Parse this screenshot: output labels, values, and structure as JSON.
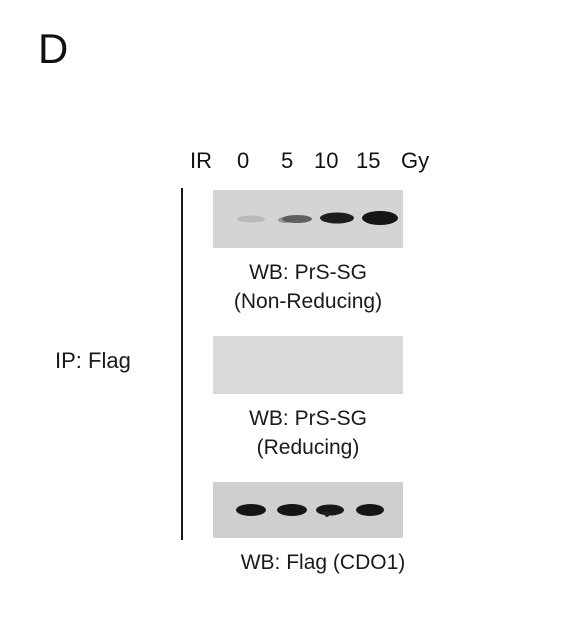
{
  "panel_letter": "D",
  "lane_header": {
    "treatment": "IR",
    "doses": [
      "0",
      "5",
      "10",
      "15"
    ],
    "unit": "Gy"
  },
  "ip_label": "IP: Flag",
  "blots": [
    {
      "caption_line1": "WB: PrS-SG",
      "caption_line2": "(Non-Reducing)",
      "band_intensity": [
        0.1,
        0.55,
        0.85,
        0.95
      ],
      "background": "#d4d4d4"
    },
    {
      "caption_line1": "WB: PrS-SG",
      "caption_line2": "(Reducing)",
      "band_intensity": [
        0,
        0,
        0,
        0
      ],
      "background": "#d9d9d9"
    },
    {
      "caption_line1": "WB: Flag (CDO1)",
      "band_intensity": [
        0.9,
        0.9,
        0.85,
        0.9
      ],
      "background": "#cfcfcf"
    }
  ]
}
